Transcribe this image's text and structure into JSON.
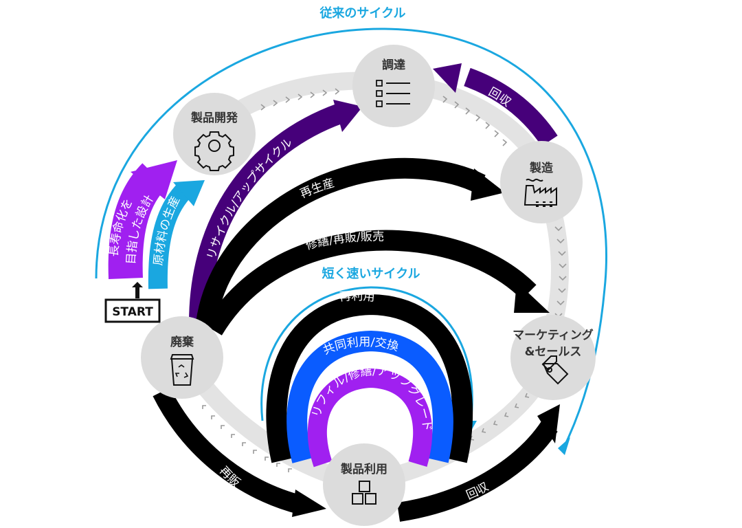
{
  "diagram": {
    "outer_cycle_label": "従来のサイクル",
    "short_cycle_label": "短く速いサイクル",
    "start_label": "START",
    "nodes": {
      "procurement": {
        "label": "調達",
        "icon": "checklist-icon"
      },
      "product_development": {
        "label": "製品開発",
        "icon": "gear-icon"
      },
      "manufacturing": {
        "label": "製造",
        "icon": "factory-icon"
      },
      "marketing_sales": {
        "label_line1": "マーケティング",
        "label_line2": "&セールス",
        "icon": "price-tag-icon"
      },
      "product_use": {
        "label": "製品利用",
        "icon": "boxes-icon"
      },
      "disposal": {
        "label": "廃棄",
        "icon": "recycle-bin-icon"
      }
    },
    "arrows": {
      "long_life_design_line1": "長寿命化を",
      "long_life_design_line2": "目指した設計",
      "raw_material_production": "原材料の生産",
      "recycle_upcycle": "リサイクル/アップサイクル",
      "recovery_top": "回収",
      "remanufacture": "再生産",
      "repair_resale_sales": "修繕/再販/販売",
      "reuse": "再利用",
      "sharing_exchange": "共同利用/交換",
      "refill_repair_upgrade": "リフィル/修繕/アップグレード",
      "resale": "再販",
      "recovery_bottom": "回収"
    },
    "colors": {
      "cyan": "#1aa7e0",
      "purple_bright": "#a020f0",
      "purple_dark": "#46007a",
      "blue": "#0a5cff",
      "black": "#000000",
      "node_gray": "#dcdcdc",
      "track_gray": "#e3e3e3"
    }
  }
}
